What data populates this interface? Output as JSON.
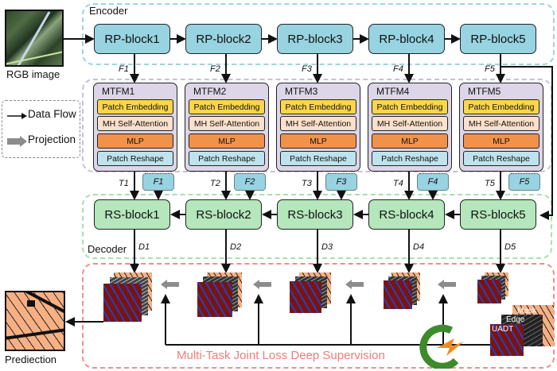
{
  "input": {
    "label": "RGB image"
  },
  "output": {
    "label": "Prediection"
  },
  "encoder": {
    "label": "Encoder",
    "blocks": [
      "RP-block1",
      "RP-block2",
      "RP-block3",
      "RP-block4",
      "RP-block5"
    ],
    "features": [
      "F1",
      "F2",
      "F3",
      "F4",
      "F5"
    ]
  },
  "mtfm": {
    "modules": [
      {
        "title": "MTFM1",
        "layers": [
          "Patch Embedding",
          "MH Self-Attention",
          "MLP",
          "Patch Reshape"
        ]
      },
      {
        "title": "MTFM2",
        "layers": [
          "Patch Embedding",
          "MH Self-Attention",
          "MLP",
          "Patch Reshape"
        ]
      },
      {
        "title": "MTFM3",
        "layers": [
          "Patch Embedding",
          "MH Self-Attention",
          "MLP",
          "Patch Reshape"
        ]
      },
      {
        "title": "MTFM4",
        "layers": [
          "Patch Embedding",
          "MH Self-Attention",
          "MLP",
          "Patch Reshape"
        ]
      },
      {
        "title": "MTFM5",
        "layers": [
          "Patch Embedding",
          "MH Self-Attention",
          "MLP",
          "Patch Reshape"
        ]
      }
    ],
    "outputs": [
      "T1",
      "T2",
      "T3",
      "T4",
      "T5"
    ],
    "skip_features": [
      "F1",
      "F2",
      "F3",
      "F4",
      "F5"
    ]
  },
  "decoder": {
    "label": "Decoder",
    "blocks": [
      "RS-block1",
      "RS-block2",
      "RS-block3",
      "RS-block4",
      "RS-block5"
    ],
    "outputs": [
      "D1",
      "D2",
      "D3",
      "D4",
      "D5"
    ]
  },
  "supervision": {
    "label": "Multi-Task Joint Loss Deep Supervision",
    "stack_labels": [
      "Mask",
      "Edge",
      "UADT"
    ]
  },
  "legend": {
    "items": [
      {
        "icon": "thin-arrow",
        "label": "Data Flow"
      },
      {
        "icon": "gray-block-arrow",
        "label": "Projection"
      }
    ]
  },
  "colors": {
    "encoder_block": "#98d3e1",
    "decoder_block": "#b5e6bc",
    "mtfm_bg": "#dcd6e8",
    "patch_embedding": "#fbd64a",
    "self_attention": "#fbe0cc",
    "mlp": "#f1924a",
    "patch_reshape": "#bfe3ec",
    "loss_text": "#f07b7b"
  }
}
